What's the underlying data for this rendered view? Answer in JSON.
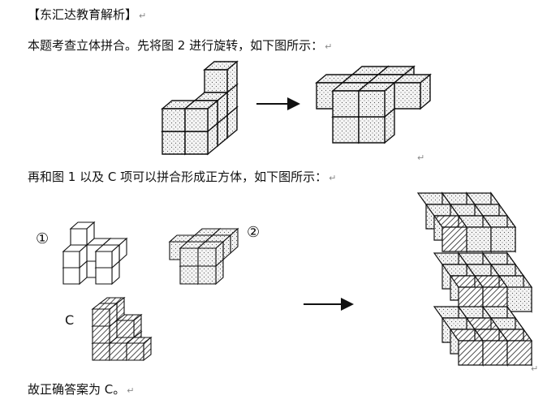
{
  "heading": "【东汇达教育解析】",
  "para1": "本题考查立体拼合。先将图 2 进行旋转，如下图所示：",
  "para2": "再和图 1 以及 C 项可以拼合形成正方体，如下图所示：",
  "conclusion": "故正确答案为 C。",
  "return_mark": "↵",
  "labels": {
    "fig1": "①",
    "fig2": "②",
    "optionC": "C"
  },
  "colors": {
    "dotted_face": "#f2f2f2",
    "dot": "#555555",
    "hatch": "#333333",
    "line": "#111111"
  }
}
